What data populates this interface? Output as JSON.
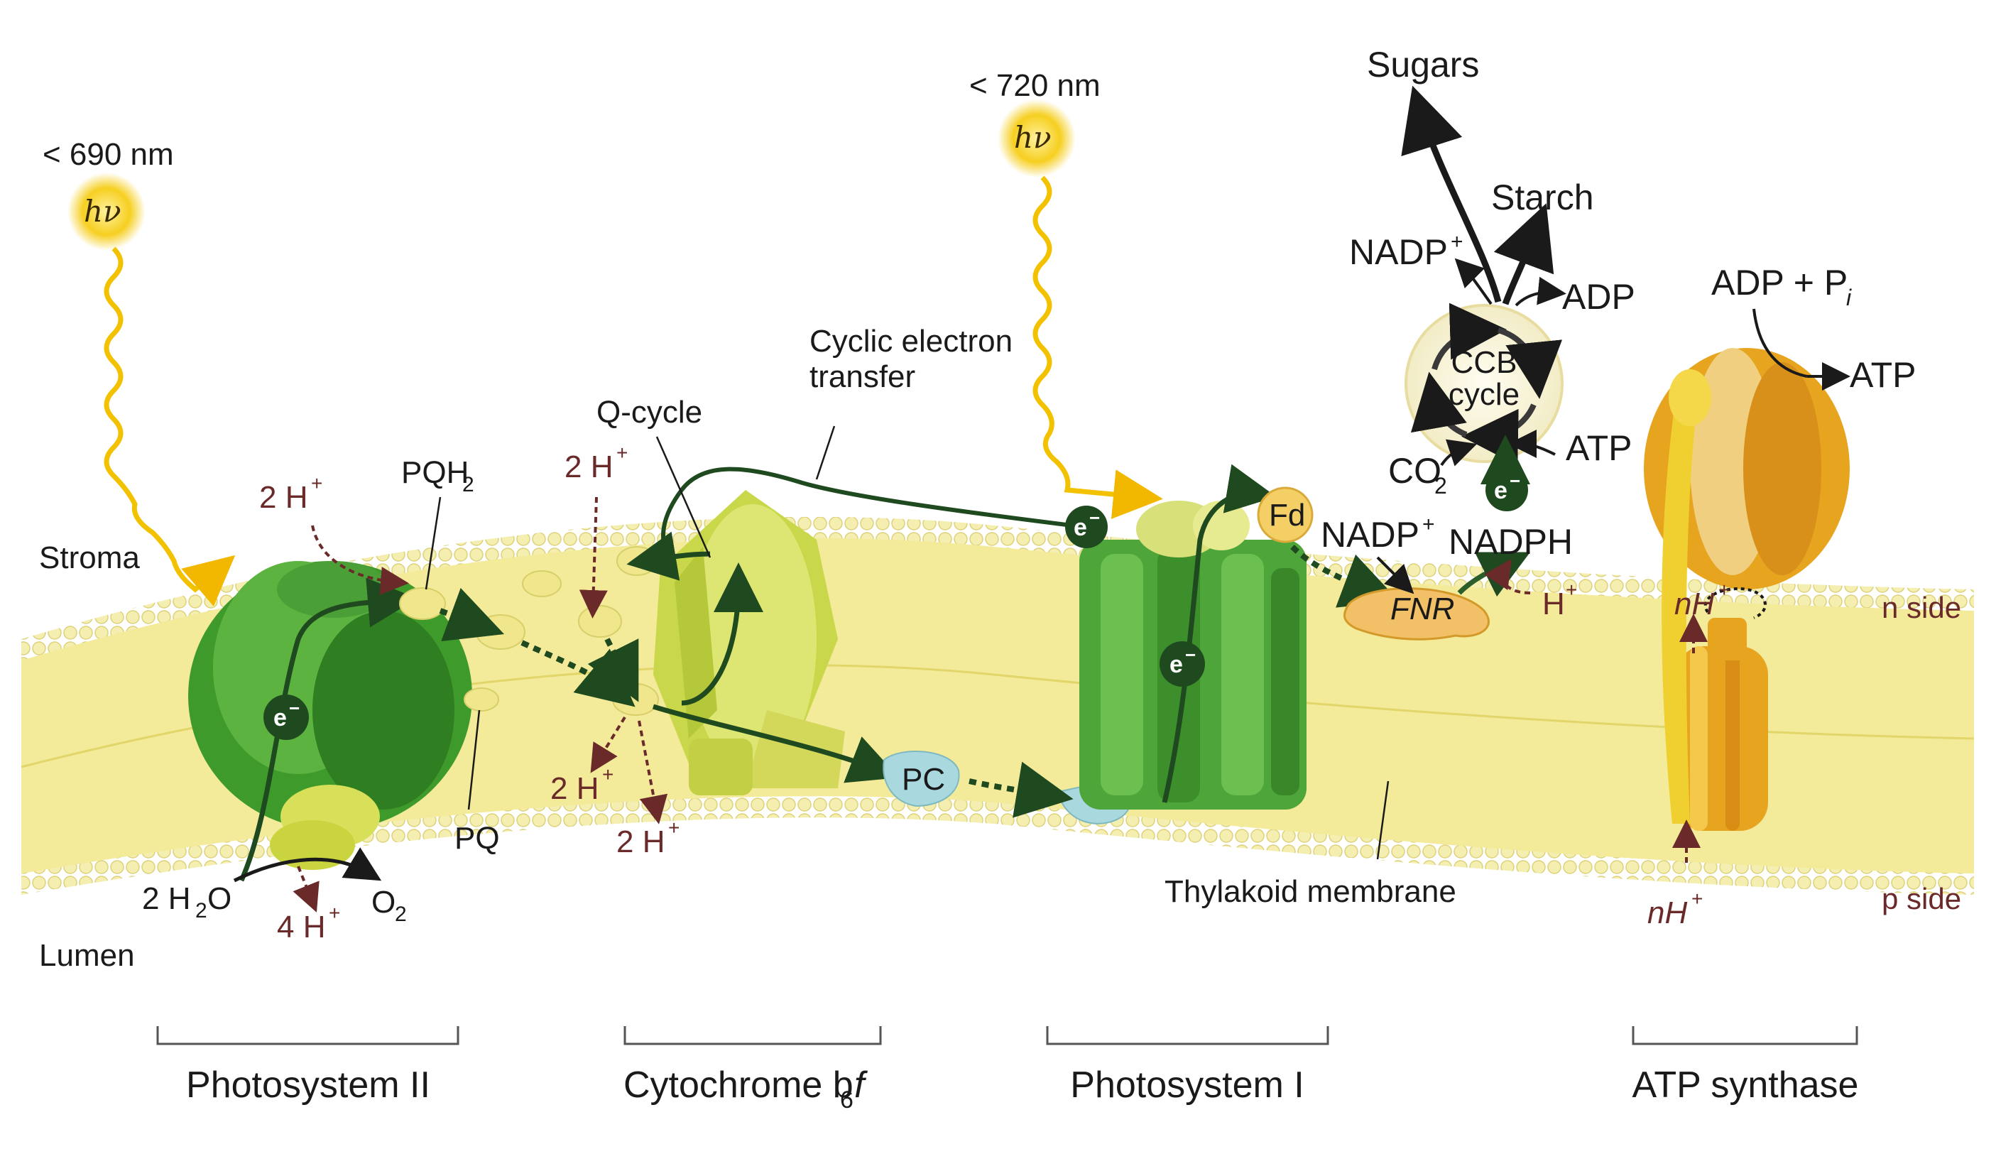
{
  "light": {
    "psii_wavelength": "< 690 nm",
    "psi_wavelength": "< 720 nm",
    "photon": "hν"
  },
  "regions": {
    "stroma": "Stroma",
    "lumen": "Lumen",
    "n_side": "n side",
    "p_side": "p side",
    "membrane": "Thylakoid membrane"
  },
  "molecules": {
    "pqh2": "PQH",
    "pqh2_sub": "2",
    "pq": "PQ",
    "pc": "PC",
    "fd": "Fd",
    "fnr": "FNR",
    "water": "2 H",
    "water_sub": "2",
    "water_end": "O",
    "oxygen": "O",
    "oxygen_sub": "2",
    "electron": "e",
    "electron_sup": "−"
  },
  "protons": {
    "psii_in": "2 H",
    "psii_out": "4 H",
    "cyt_in": "2 H",
    "cyt_out1": "2 H",
    "cyt_out2": "2 H",
    "nadph_h": "H",
    "atp_top": "nH",
    "atp_bottom": "nH",
    "plus": "+"
  },
  "annotations": {
    "q_cycle": "Q-cycle",
    "cyclic_line1": "Cyclic electron",
    "cyclic_line2": "transfer"
  },
  "calvin": {
    "cycle_line1": "CCB",
    "cycle_line2": "cycle",
    "sugars": "Sugars",
    "starch": "Starch",
    "nadp_top": "NADP",
    "nadp_plus": "+",
    "adp": "ADP",
    "atp": "ATP",
    "co2": "CO",
    "co2_sub": "2",
    "nadp_fnr": "NADP",
    "nadph": "NADPH"
  },
  "atp_synthase": {
    "substrate": "ADP + P",
    "substrate_sub": "i",
    "product": "ATP"
  },
  "complexes": [
    {
      "name": "Photosystem II"
    },
    {
      "name": "Cytochrome b",
      "sub": "6",
      "end": "f"
    },
    {
      "name": "Photosystem I"
    },
    {
      "name": "ATP synthase"
    }
  ],
  "colors": {
    "membrane": "#f3ea9a",
    "psii_green": "#3f9a2c",
    "cyt_yellowgreen": "#c8d84a",
    "psi_green": "#4ea63a",
    "atp_orange": "#e7a41f",
    "electron_dark": "#1f4a1f",
    "proton_arrow": "#6b2a2a",
    "light_wave": "#f2c200",
    "pc_blue": "#a9d8de"
  }
}
